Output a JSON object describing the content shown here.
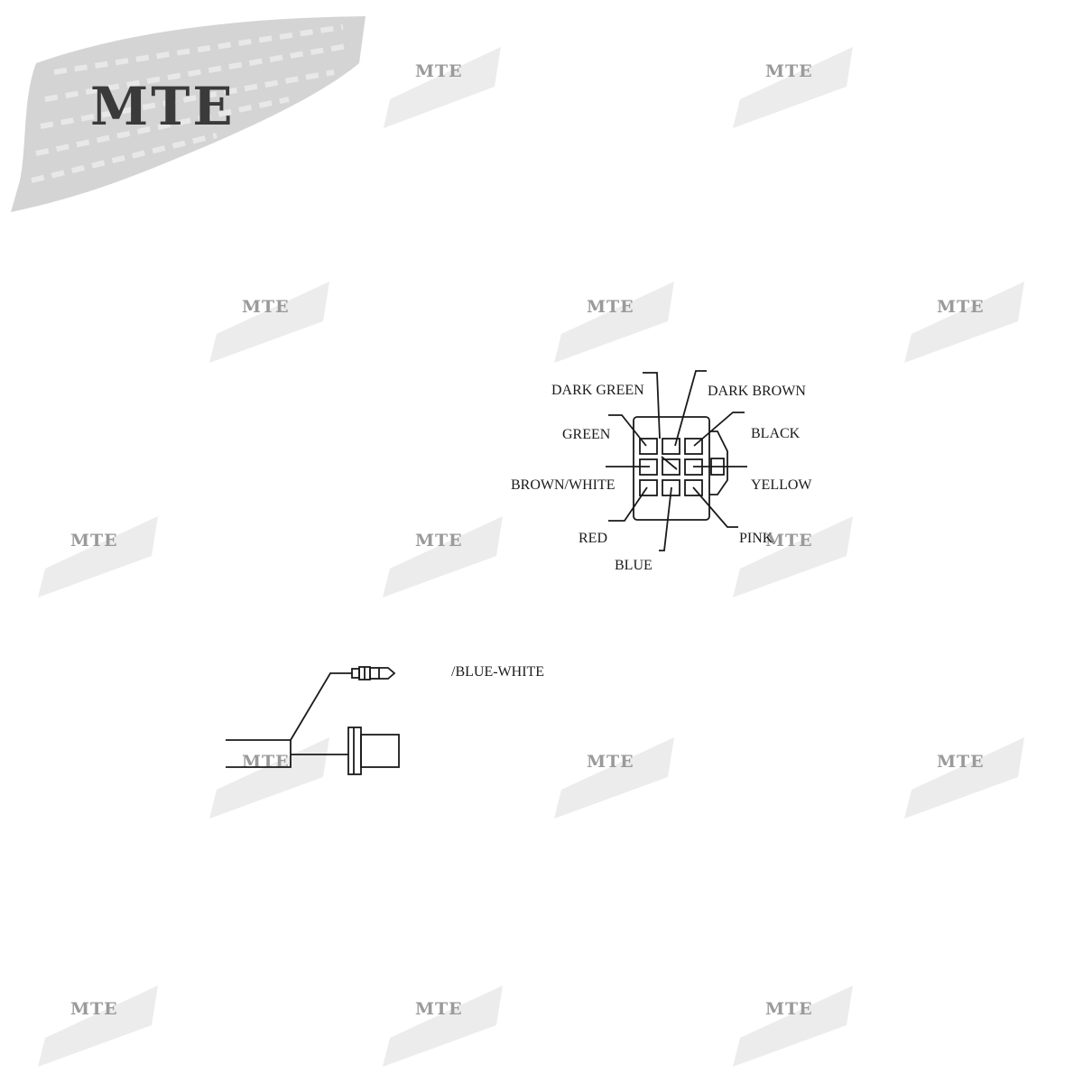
{
  "brand": {
    "logo_text": "MTE",
    "watermark_text": "MTE"
  },
  "connector": {
    "labels": {
      "dark_green": "DARK GREEN",
      "dark_brown": "DARK BROWN",
      "green": "GREEN",
      "black": "BLACK",
      "brown_white": "BROWN/WHITE",
      "yellow": "YELLOW",
      "red": "RED",
      "pink": "PINK",
      "blue": "BLUE"
    }
  },
  "sensor": {
    "wire_label": "/BLUE-WHITE"
  },
  "colors": {
    "line": "#1a1a1a",
    "watermark": "#9a9a9a",
    "logo_swatch": "#c8c8c8"
  }
}
